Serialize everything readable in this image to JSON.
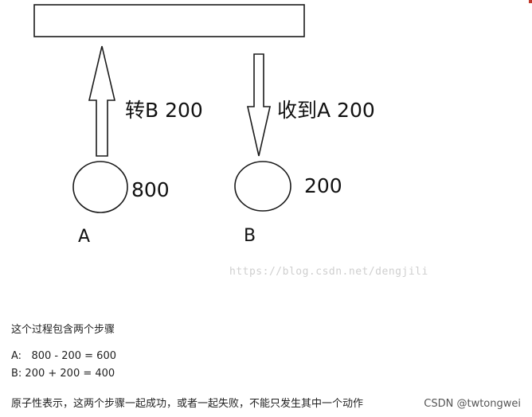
{
  "diagram": {
    "arrow_left_label": "转B 200",
    "arrow_right_label": "收到A 200",
    "node_a": {
      "value": "800",
      "name": "A"
    },
    "node_b": {
      "value": "200",
      "name": "B"
    }
  },
  "watermark": "https://blog.csdn.net/dengjili",
  "notes": {
    "heading": "这个过程包含两个步骤",
    "step_a": "A:   800 - 200 = 600",
    "step_b": "B: 200 + 200 = 400",
    "conclusion": "原子性表示，这两个步骤一起成功，或者一起失败，不能只发生其中一个动作"
  },
  "footer": {
    "credit": "CSDN @twtongwei"
  },
  "colors": {
    "stroke": "#1a1a1a",
    "watermark": "#cfcfcf",
    "corner": "#c0392b"
  }
}
